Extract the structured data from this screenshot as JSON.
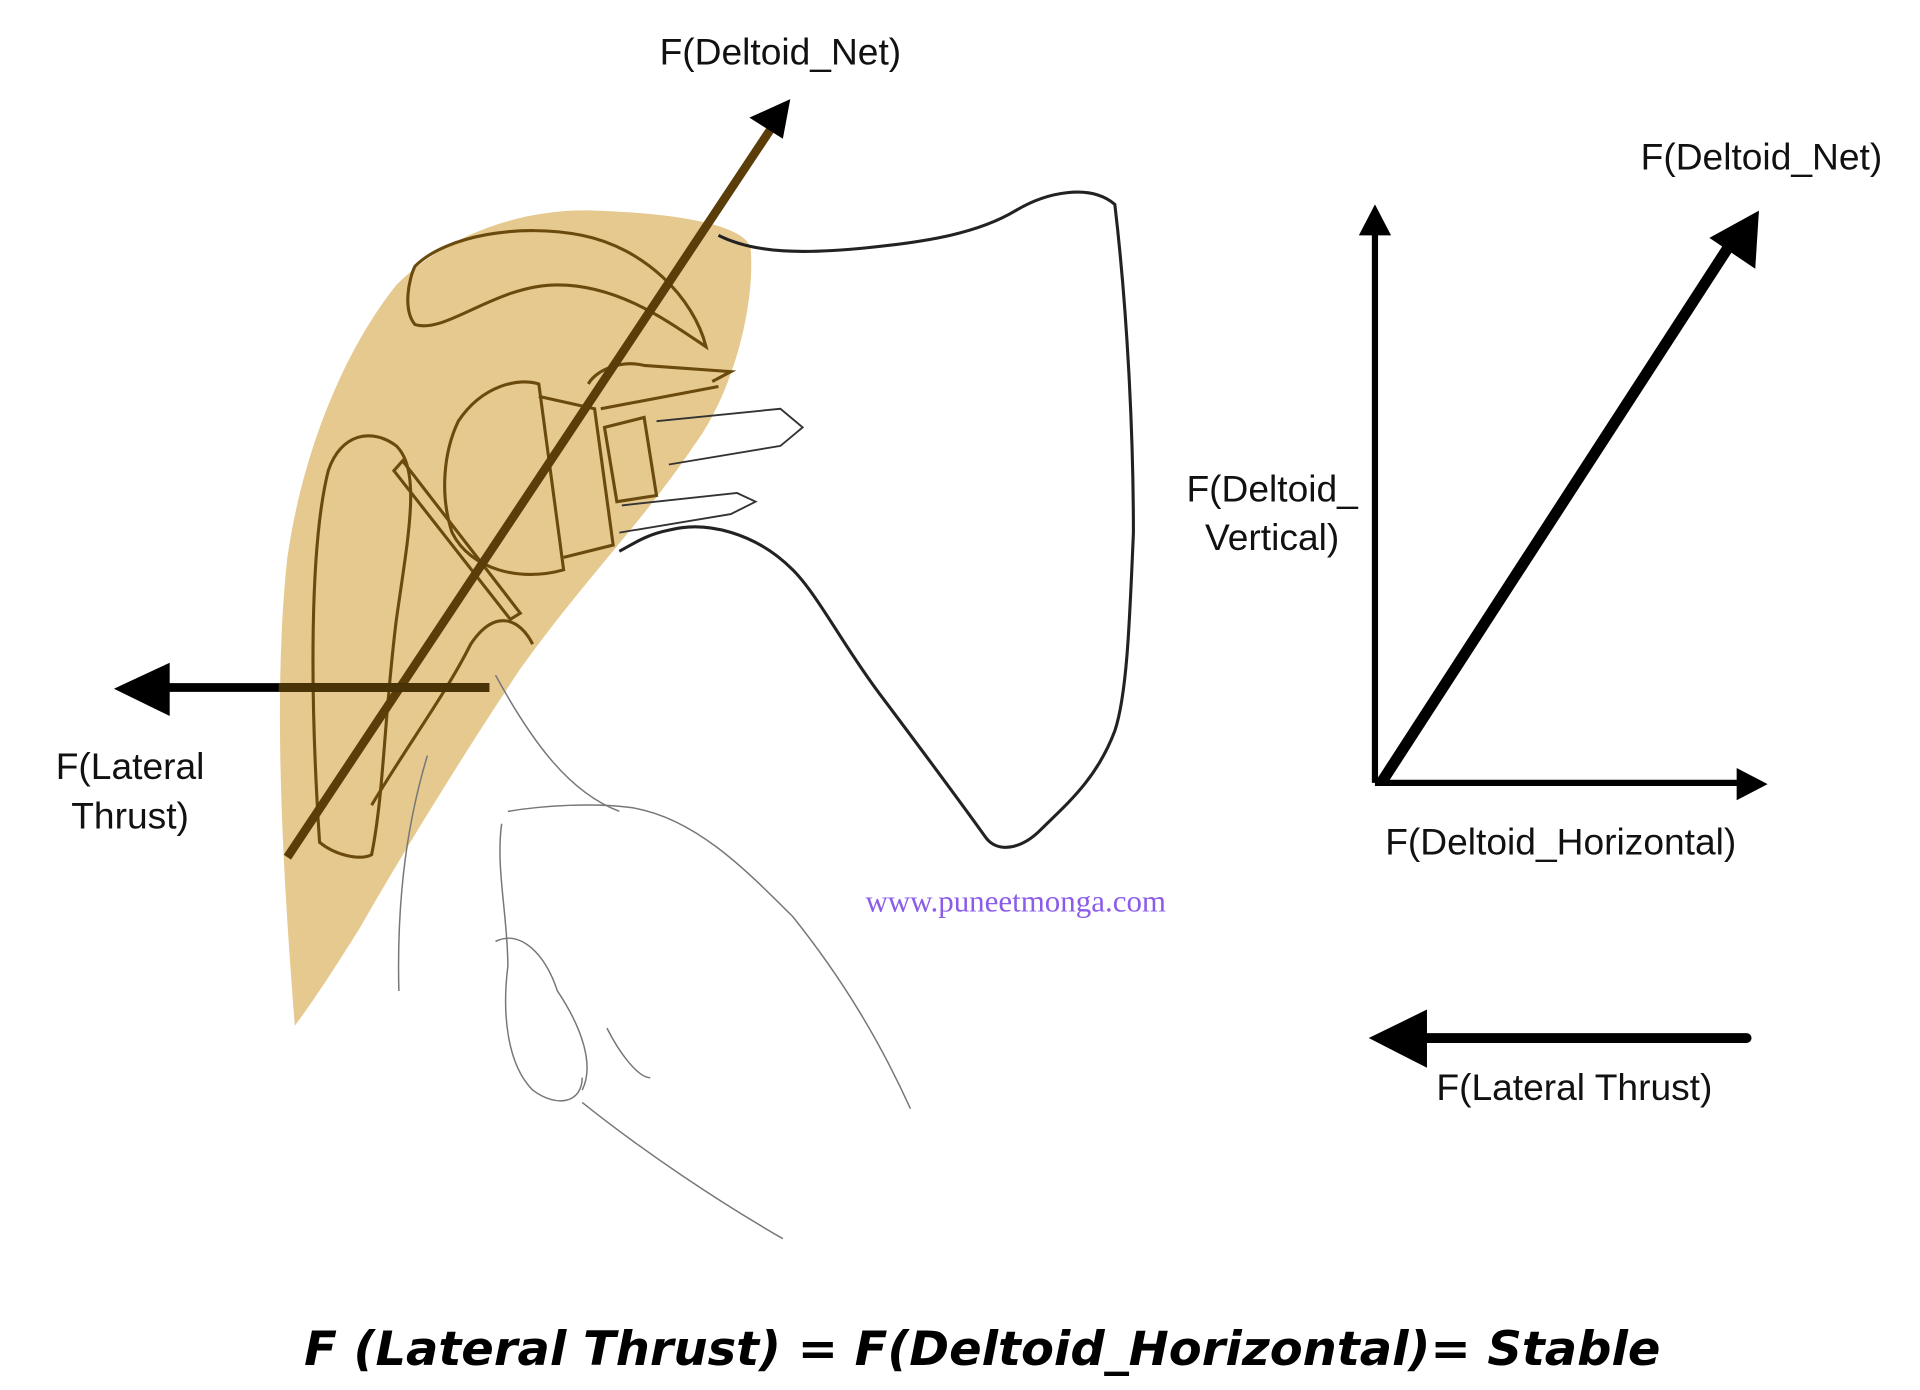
{
  "colors": {
    "bone_fill": "#e2c383",
    "implant_line": "#6b4a0e",
    "watermark": "#8a5ce8",
    "ink": "#000000"
  },
  "left_figure": {
    "net_force_label": "F(Deltoid_Net)",
    "lateral_thrust_label_line1": "F(Lateral",
    "lateral_thrust_label_line2": "Thrust)"
  },
  "vector_diagram": {
    "net_label": "F(Deltoid_Net)",
    "vertical_label_line1": "F(Deltoid_",
    "vertical_label_line2": "Vertical)",
    "horizontal_label": "F(Deltoid_Horizontal)",
    "lateral_thrust_label": "F(Lateral Thrust)"
  },
  "watermark": "www.puneetmonga.com",
  "equation": "F (Lateral Thrust) = F(Deltoid_Horizontal)= Stable"
}
